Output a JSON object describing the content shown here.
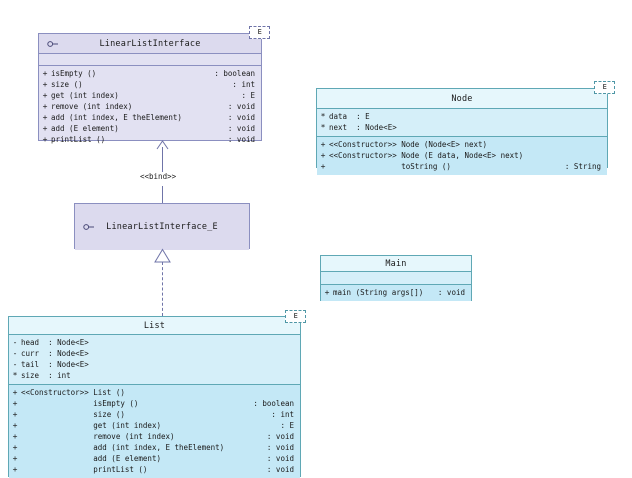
{
  "diagram": {
    "kind": "uml-class-diagram",
    "background": "#ffffff",
    "colors": {
      "interface_fill": "#e2e1f2",
      "interface_border": "#8b8fc0",
      "class_fill": "#cdecf7",
      "class_border": "#5fa8b5",
      "text": "#1a1a1a"
    }
  },
  "classes": {
    "linear_list_interface": {
      "name": "LinearListInterface",
      "stereotype_icon": "interface-lollipop-icon",
      "template_param": "E",
      "attributes": [],
      "operations": [
        {
          "vis": "+",
          "stereo": "",
          "sig": "isEmpty ()",
          "ret": ": boolean"
        },
        {
          "vis": "+",
          "stereo": "",
          "sig": "size ()",
          "ret": ": int"
        },
        {
          "vis": "+",
          "stereo": "",
          "sig": "get (int index)",
          "ret": ": E"
        },
        {
          "vis": "+",
          "stereo": "",
          "sig": "remove (int index)",
          "ret": ": void"
        },
        {
          "vis": "+",
          "stereo": "",
          "sig": "add (int index, E theElement)",
          "ret": ": void"
        },
        {
          "vis": "+",
          "stereo": "",
          "sig": "add (E element)",
          "ret": ": void"
        },
        {
          "vis": "+",
          "stereo": "",
          "sig": "printList ()",
          "ret": ": void"
        }
      ]
    },
    "linear_list_interface_e": {
      "name": "LinearListInterface_E",
      "stereotype_icon": "interface-lollipop-icon",
      "template_param": "",
      "attributes": [],
      "operations": []
    },
    "node": {
      "name": "Node",
      "template_param": "E",
      "attributes": [
        {
          "vis": "*",
          "sig": "data  : E"
        },
        {
          "vis": "*",
          "sig": "next  : Node<E>"
        }
      ],
      "operations": [
        {
          "vis": "+",
          "stereo": "<<Constructor>> ",
          "sig": "Node (Node<E> next)",
          "ret": ""
        },
        {
          "vis": "+",
          "stereo": "<<Constructor>> ",
          "sig": "Node (E data, Node<E> next)",
          "ret": ""
        },
        {
          "vis": "+",
          "stereo": "                ",
          "sig": "toString ()",
          "ret": ": String"
        }
      ]
    },
    "main": {
      "name": "Main",
      "template_param": "",
      "attributes": [],
      "operations": [
        {
          "vis": "+",
          "stereo": "",
          "sig": "main (String args[])",
          "ret": ": void"
        }
      ]
    },
    "list": {
      "name": "List",
      "template_param": "E",
      "attributes": [
        {
          "vis": "-",
          "sig": "head  : Node<E>"
        },
        {
          "vis": "-",
          "sig": "curr  : Node<E>"
        },
        {
          "vis": "-",
          "sig": "tail  : Node<E>"
        },
        {
          "vis": "*",
          "sig": "size  : int"
        }
      ],
      "operations": [
        {
          "vis": "+",
          "stereo": "<<Constructor>> ",
          "sig": "List ()",
          "ret": ""
        },
        {
          "vis": "+",
          "stereo": "                ",
          "sig": "isEmpty ()",
          "ret": ": boolean"
        },
        {
          "vis": "+",
          "stereo": "                ",
          "sig": "size ()",
          "ret": ": int"
        },
        {
          "vis": "+",
          "stereo": "                ",
          "sig": "get (int index)",
          "ret": ": E"
        },
        {
          "vis": "+",
          "stereo": "                ",
          "sig": "remove (int index)",
          "ret": ": void"
        },
        {
          "vis": "+",
          "stereo": "                ",
          "sig": "add (int index, E theElement)",
          "ret": ": void"
        },
        {
          "vis": "+",
          "stereo": "                ",
          "sig": "add (E element)",
          "ret": ": void"
        },
        {
          "vis": "+",
          "stereo": "                ",
          "sig": "printList ()",
          "ret": ": void"
        }
      ]
    }
  },
  "relations": {
    "bind": {
      "label": "<<bind>>",
      "from": "LinearListInterface_E",
      "to": "LinearListInterface",
      "style": "dashed-open-arrow"
    },
    "realization": {
      "label": "",
      "from": "List",
      "to": "LinearListInterface_E",
      "style": "dashed-hollow-triangle"
    }
  }
}
